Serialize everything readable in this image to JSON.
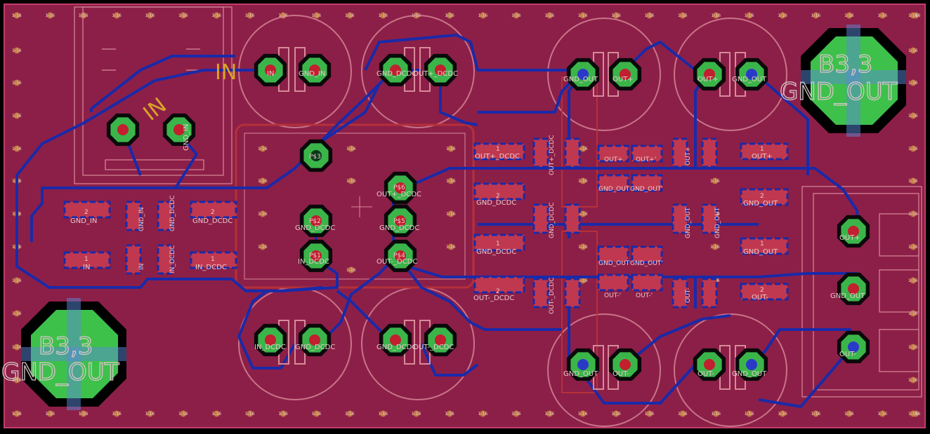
{
  "colors": {
    "background": "#000000",
    "board": "#8c1f47",
    "board_edge": "#c23d6a",
    "trace": "#1a2aa8",
    "pad_copper": "#0a2a0a",
    "pad_green": "#3bb54a",
    "pad_red": "#c21f2f",
    "smd_pad": "#c0384f",
    "silk": "#e6b9c0",
    "silk_gold": "#d9a32a",
    "mount_green": "#3ec14b"
  },
  "via_label": "1-16",
  "mount_holes": [
    {
      "top": "B3,3",
      "bottom": "GND_OUT"
    },
    {
      "top": "B3,3",
      "bottom": "GND_OUT"
    }
  ],
  "silk_labels": {
    "in_big": "IN",
    "in_diag": "IN"
  },
  "tht_labels": {
    "in": "IN",
    "gnd_in_top": "GND_IN",
    "gnd_dcdc_top": "GND_DCDC",
    "out_plus_dcdc_top": "OUT+_DCDC",
    "gnd_out_tl": "GND_OUT",
    "out_plus_tl": "OUT+",
    "out_plus_tr": "OUT+",
    "gnd_out_tr": "GND_OUT",
    "gnd_in_v": "GND_IN",
    "p13": "P$3",
    "p16": "P$6",
    "out_plus_dcdc_mid": "OUT+_DCDC",
    "p12": "P$2",
    "gnd_dcdc_mid": "GND_DCDC",
    "p15": "P$5",
    "gnd_dcdc_mid2": "GND_DCDC",
    "p11": "P$1",
    "in_dcdc_mid": "IN_DCDC",
    "p14": "P$4",
    "out_minus_dcdc_mid": "OUT-_DCDC",
    "in_dcdc_bl": "IN_DCDC",
    "gnd_dcdc_bl": "GND_DCDC",
    "gnd_dcdc_bm": "GND_DCDC",
    "out_minus_dcdc_bm": "OUT-_DCDC",
    "gnd_out_bl": "GND_OUT",
    "out_minus_bl": "OUT-",
    "out_minus_br": "OUT-",
    "gnd_out_br": "GND_OUT",
    "conn_out_plus": "OUT+",
    "conn_gnd_out": "GND_OUT",
    "conn_out_minus": "OUT-"
  },
  "smd_labels": {
    "gnd_in_2": "2",
    "gnd_in": "GND_IN",
    "in_1": "1",
    "in": "IN",
    "gnd_dcdc_2": "2",
    "gnd_dcdc": "GND_DCDC",
    "in_dcdc_1": "1",
    "in_dcdc": "IN_DCDC",
    "c_gnd_in": "GND_IN",
    "c_gnd_dcdc": "GND_DCDC",
    "c_in": "IN",
    "c_in_dcdc": "IN_DCDC",
    "out_plus_dcdc_1": "1",
    "out_plus_dcdc": "OUT+_DCDC",
    "gnd_dcdc_r_2": "2",
    "gnd_dcdc_r": "GND_DCDC",
    "gnd_dcdc_r2_1": "1",
    "gnd_dcdc_r2": "GND_DCDC",
    "out_minus_dcdc_2": "2",
    "out_minus_dcdc": "OUT-_DCDC",
    "v_out_plus_dcdc": "OUT+_DCDC",
    "v_gnd_dcdc": "GND_DCDC",
    "v_out_minus_dcdc": "OUT-_DCDC",
    "v_out_plus": "OUT+",
    "v_gnd_out": "GND_OUT",
    "v_out_minus": "OUT-",
    "h_out_plus_a": "OUT+",
    "h_out_plus_b": "OUT+'",
    "h_gnd_out_a": "GND_OUT",
    "h_gnd_out_b": "GND_OUT'",
    "h_gnd_out_c": "GND_OUT",
    "h_out_minus_b": "GND_OUT'",
    "h_out_minus_a": "OUT-'",
    "h_out_minus_c": "OUT-'",
    "rv_gnd_out": "GND_OUT",
    "rv_gnd_out2": "GND_OUT",
    "rv_out_plus": "OUT+",
    "rv_out_minus": "OUT-",
    "r_out_plus_1": "1",
    "r_out_plus": "OUT+",
    "r_gnd_out_2": "2",
    "r_gnd_out": "GND_OUT",
    "r_gnd_out_1": "1",
    "r_gnd_out2": "GND_OUT",
    "r_out_minus_2": "2",
    "r_out_minus": "OUT-",
    "num_1": "1",
    "num_2": "2"
  }
}
